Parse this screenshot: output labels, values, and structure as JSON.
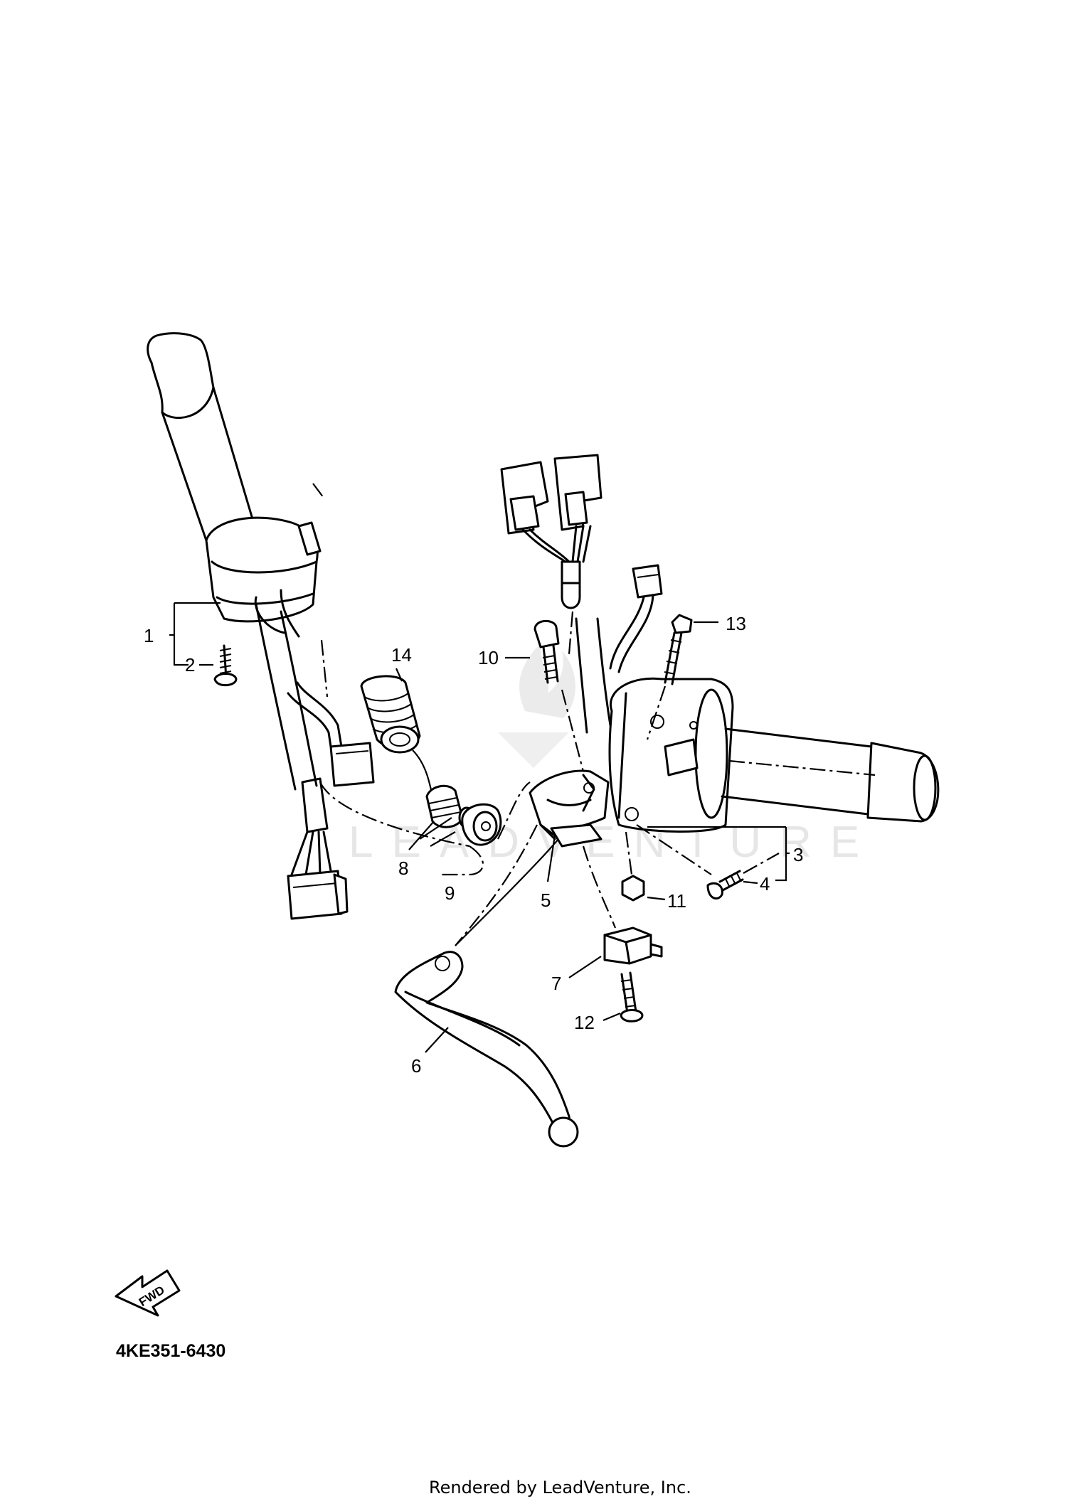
{
  "diagram": {
    "diagram_code": "4KE351-6430",
    "footer": "Rendered by LeadVenture, Inc.",
    "watermark": "LEADVENTURE",
    "direction_label": "FWD",
    "callouts": [
      "1",
      "2",
      "3",
      "4",
      "5",
      "6",
      "7",
      "8",
      "9",
      "10",
      "11",
      "12",
      "13",
      "14"
    ]
  }
}
